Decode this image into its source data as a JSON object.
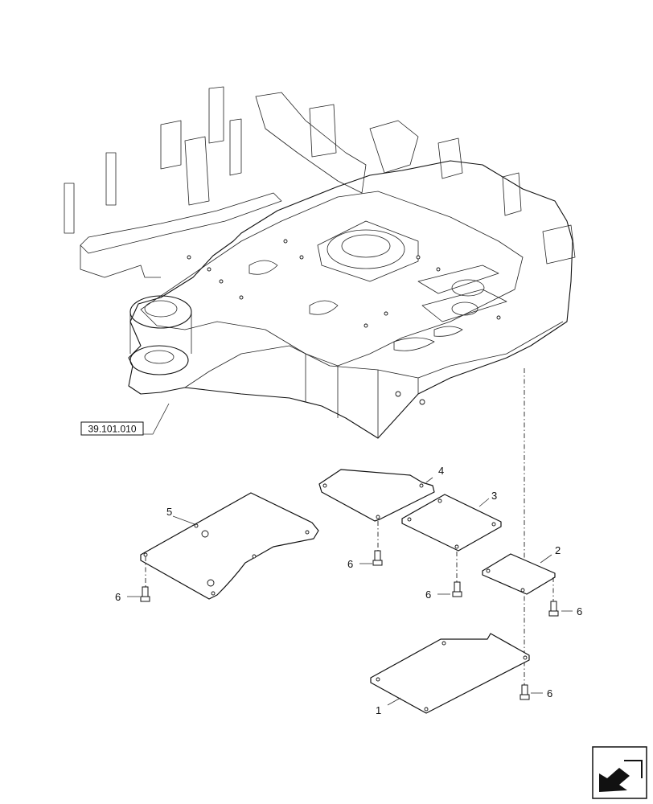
{
  "reference_label": "39.101.010",
  "callouts": {
    "part1": "1",
    "part2": "2",
    "part3": "3",
    "part4": "4",
    "part5": "5",
    "bolt_a": "6",
    "bolt_b": "6",
    "bolt_c": "6",
    "bolt_d": "6",
    "bolt_e": "6"
  },
  "icons": {
    "nav": "next-page-arrow-icon"
  }
}
